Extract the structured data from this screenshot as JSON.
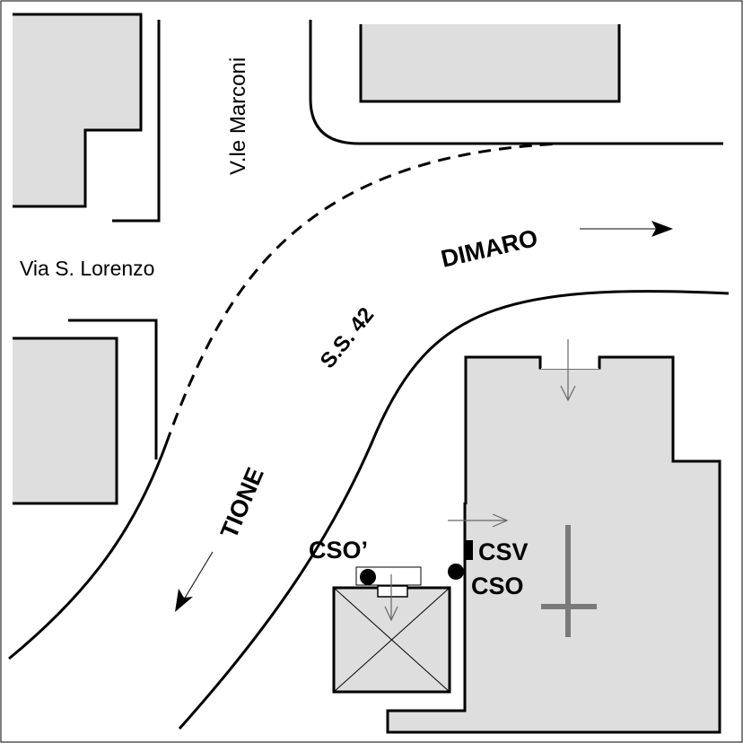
{
  "streets": {
    "marconi": "V.le Marconi",
    "lorenzo": "Via S. Lorenzo",
    "ss42": "S.S. 42"
  },
  "directions": {
    "dimaro": "DIMARO",
    "tione": "TIONE"
  },
  "markers": {
    "cso_prime": "CSO’",
    "csv": "CSV",
    "cso": "CSO"
  },
  "colors": {
    "building_fill": "#dedede",
    "cross": "#7a7a7a"
  }
}
